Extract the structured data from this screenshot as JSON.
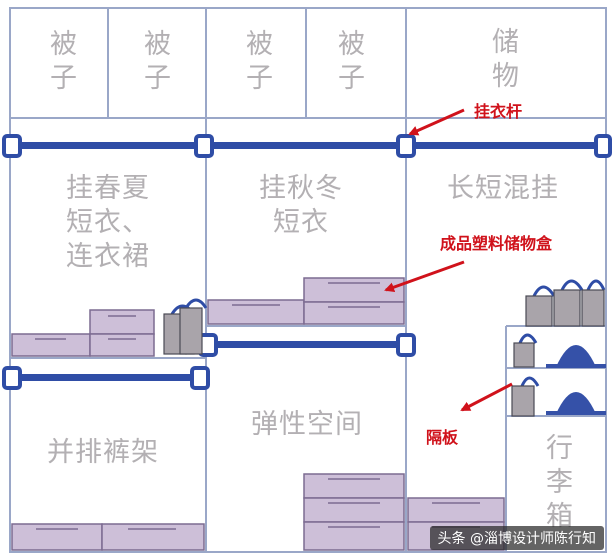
{
  "zones": {
    "quilt_1": "被\n子",
    "quilt_2": "被\n子",
    "quilt_3": "被\n子",
    "quilt_4": "被\n子",
    "storage": "储\n物",
    "summer_short": "挂春夏\n短衣、\n连衣裙",
    "autumn_short": "挂秋冬\n短衣",
    "long_mixed": "长短混挂",
    "pants_rack": "并排裤架",
    "flex_space": "弹性空间",
    "luggage": "行\n李\n箱"
  },
  "callouts": {
    "hanging_rod": "挂衣杆",
    "storage_box": "成品塑料储物盒",
    "partition": "隔板"
  },
  "watermark": "头条 @淄博设计师陈行知",
  "colors": {
    "frame": "#2f4da6",
    "panel": "#cdbfd8",
    "panel_edge": "#7c6b91",
    "text": "#b3b0b3",
    "callout": "#d0121b",
    "hat": "#3551a8"
  }
}
